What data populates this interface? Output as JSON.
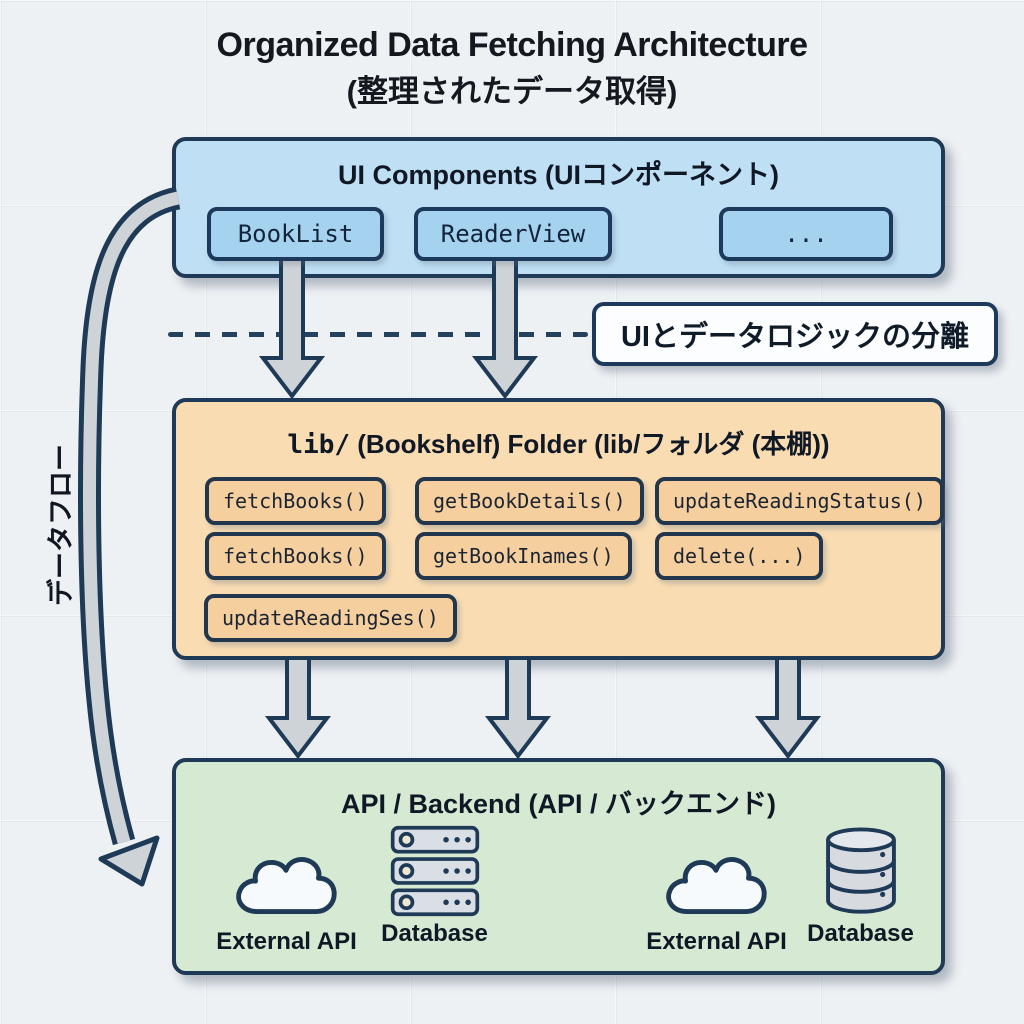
{
  "title": {
    "line1": "Organized Data Fetching Architecture",
    "line2": "(整理されたデータ取得)"
  },
  "side_label": "データフロー",
  "separation_label": "UIとデータロジックの分離",
  "ui_layer": {
    "title": "UI Components (UIコンポーネント)",
    "components": [
      "BookList",
      "ReaderView",
      "..."
    ]
  },
  "lib_layer": {
    "title_code": "lib/",
    "title_rest": " (Bookshelf) Folder (lib/フォルダ (本棚))",
    "functions": [
      "fetchBooks()",
      "getBookDetails()",
      "updateReadingStatus()",
      "fetchBooks()",
      "getBookInames()",
      "delete(...)",
      "updateReadingSes()"
    ]
  },
  "api_layer": {
    "title": "API / Backend (API / バックエンド)",
    "items": [
      {
        "icon": "cloud-icon",
        "label": "External API"
      },
      {
        "icon": "server-icon",
        "label": "Database"
      },
      {
        "icon": "cloud-icon",
        "label": "External API"
      },
      {
        "icon": "database-icon",
        "label": "Database"
      }
    ]
  },
  "colors": {
    "background": "#eef1f4",
    "border_navy": "#1e3a57",
    "ui_fill": "#bedff4",
    "ui_item_fill": "#a5d2ef",
    "lib_fill": "#f9dcb2",
    "lib_item_fill": "#f6cf9e",
    "api_fill": "#d6e9d2",
    "arrow_fill": "#ced3d8"
  }
}
